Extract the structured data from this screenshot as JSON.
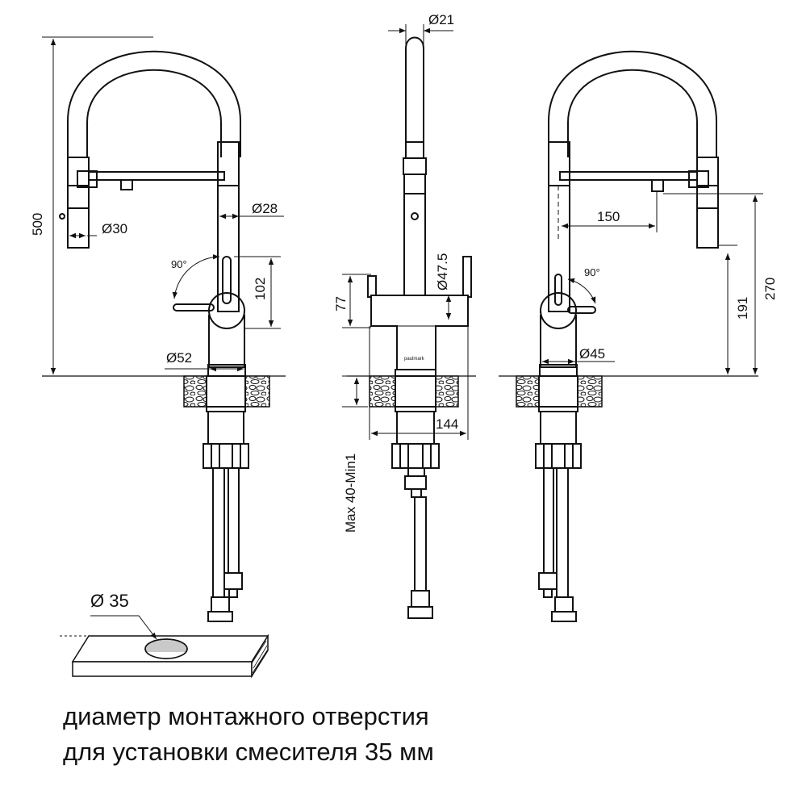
{
  "dimensions": {
    "total_height": "500",
    "hose_diameter": "Ø30",
    "spout_diameter": "Ø28",
    "lever_rotation_left": "90°",
    "lever_height": "102",
    "body_diameter": "Ø52",
    "top_diameter": "Ø21",
    "cartridge_diameter": "Ø47.5",
    "body_height": "77",
    "body_width": "144",
    "countertop_range": "Max 40-Min1",
    "reach": "150",
    "lever_rotation_right": "90°",
    "spout_height": "270",
    "outlet_height": "191",
    "base_diameter": "Ø45",
    "mount_hole_diameter": "Ø 35"
  },
  "brand_mark": "paulmark",
  "caption": {
    "line1": "диаметр монтажного отверстия",
    "line2": "для установки смесителя 35 мм"
  }
}
